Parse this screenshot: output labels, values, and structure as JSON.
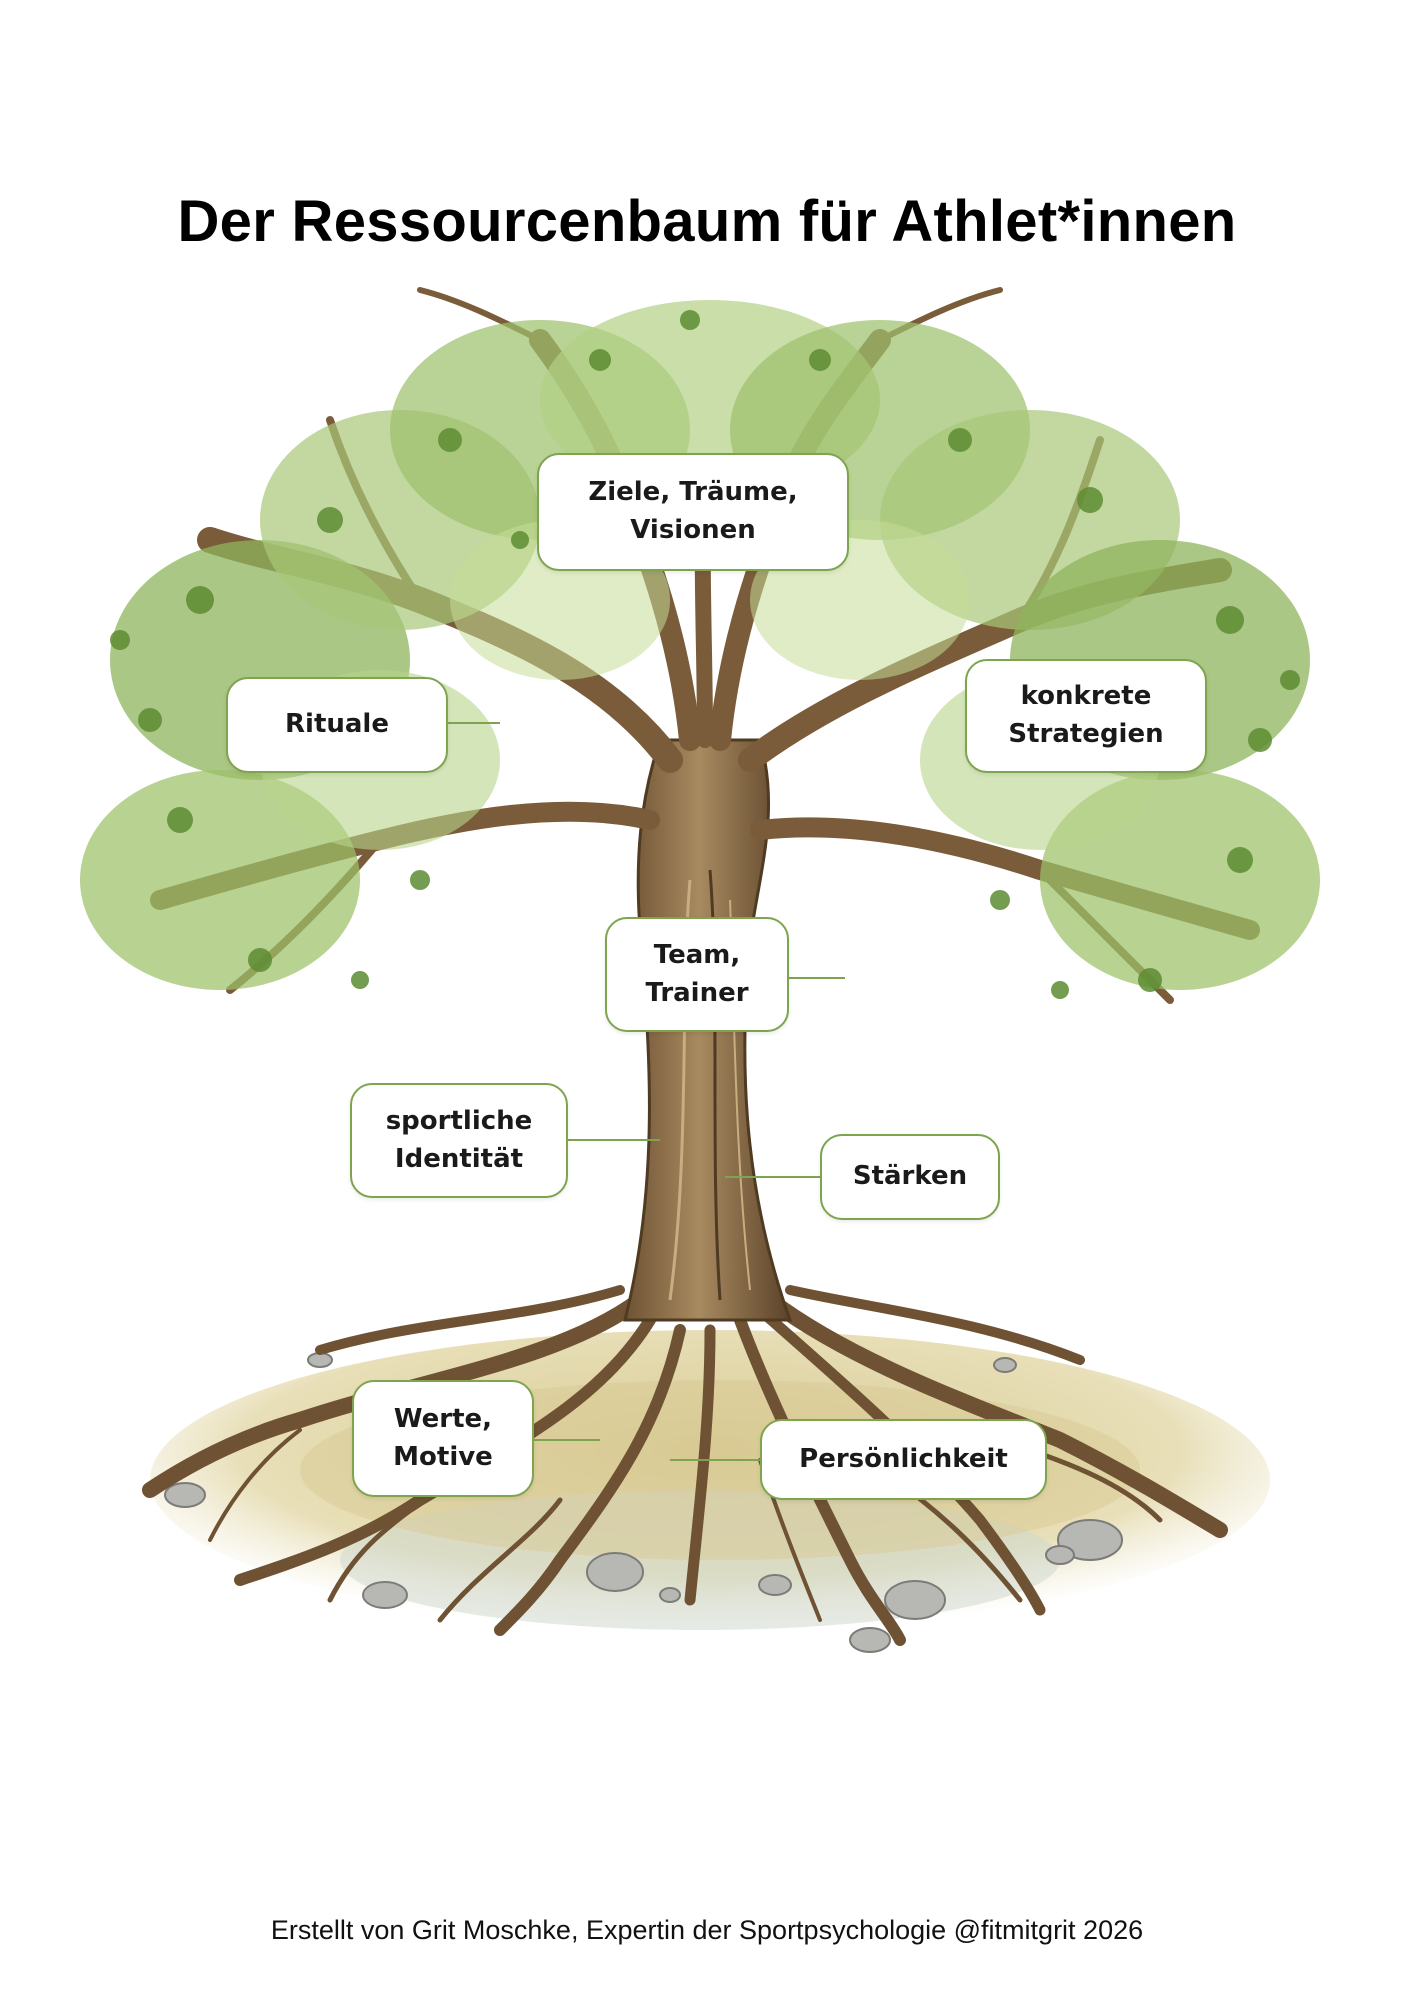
{
  "title": "Der Ressourcenbaum für Athlet*innen",
  "labels": {
    "crown_top": "Ziele, Träume,\nVisionen",
    "crown_left": "Rituale",
    "crown_right": "konkrete\nStrategien",
    "trunk_top": "Team,\nTrainer",
    "trunk_left": "sportliche\nIdentität",
    "trunk_right": "Stärken",
    "root_left": "Werte,\nMotive",
    "root_right": "Persönlichkeit"
  },
  "footer": "Erstellt von Grit Moschke, Expertin der Sportpsychologie @fitmitgrit 2026",
  "colors": {
    "label_border": "#7ea44f",
    "leaves_dark": "#6a9a3c",
    "leaves_light": "#b8d48a",
    "bark": "#8a6a45",
    "soil": "#e6dcb0"
  }
}
